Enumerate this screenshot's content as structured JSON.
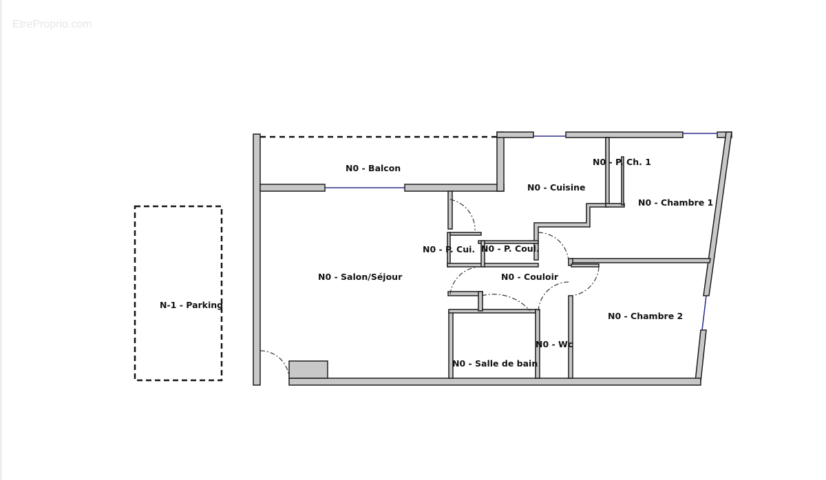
{
  "watermark": "EtreProprio.com",
  "rooms": {
    "balcon": "N0 - Balcon",
    "cuisine": "N0 - Cuisine",
    "placard_ch1": "N0 - P. Ch. 1",
    "chambre1": "N0 - Chambre 1",
    "placard_cui": "N0 - P. Cui.",
    "placard_coul": "N0 - P. Coul.",
    "salon": "N0 - Salon/Séjour",
    "couloir": "N0 - Couloir",
    "chambre2": "N0 - Chambre 2",
    "salle_de_bain": "N0 - Salle de bain",
    "wc": "N0 - Wc",
    "parking": "N-1 - Parking"
  },
  "colors": {
    "wall_fill": "#c8c8c8",
    "wall_stroke": "#1a1a1a",
    "window": "#2b2b8c"
  }
}
